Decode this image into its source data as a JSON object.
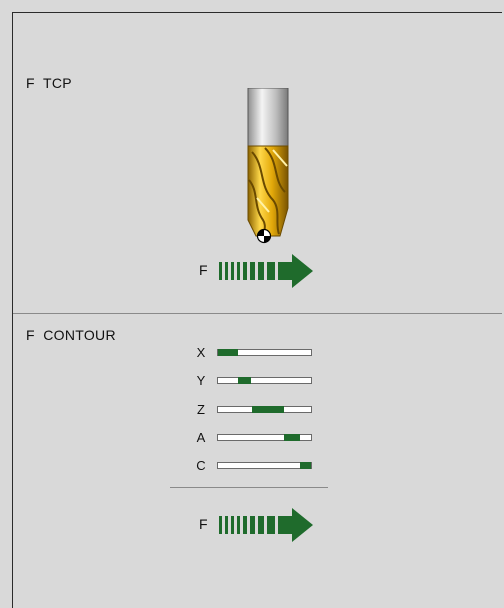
{
  "tcp_panel": {
    "label": "F  TCP",
    "feed_label": "F"
  },
  "contour_panel": {
    "label": "F  CONTOUR",
    "feed_label": "F",
    "axes": [
      {
        "letter": "X",
        "fill_start": 0.0,
        "fill_end": 0.22
      },
      {
        "letter": "Y",
        "fill_start": 0.22,
        "fill_end": 0.36
      },
      {
        "letter": "Z",
        "fill_start": 0.37,
        "fill_end": 0.71
      },
      {
        "letter": "A",
        "fill_start": 0.71,
        "fill_end": 0.88
      },
      {
        "letter": "C",
        "fill_start": 0.88,
        "fill_end": 1.0
      }
    ]
  },
  "colors": {
    "background": "#d9d9d9",
    "feed_green": "#1f6b2c",
    "tool_gold": "#e9b80f",
    "shank_gray": "#c9c9c9"
  },
  "icons": [
    "end-mill-tool-icon",
    "tool-center-point-icon",
    "feed-arrow-icon"
  ]
}
